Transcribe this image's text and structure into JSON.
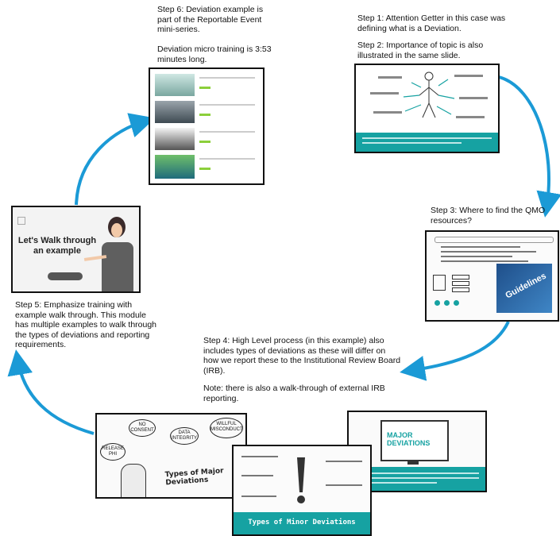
{
  "steps": {
    "step1": "Step 1: Attention Getter in this case was defining what is a Deviation.",
    "step2": "Step 2: Importance of topic is also illustrated in the same slide.",
    "step3": "Step 3: Where to find the QMO resources?",
    "step4a": "Step 4: High Level process (in this example) also includes types of deviations as these will differ on how we report these to the Institutional Review Board (IRB).",
    "step4b": "Note: there is also a walk-through of external IRB reporting.",
    "step5": "Step 5: Emphasize training with example walk through.  This module has multiple examples to walk through the types of deviations and reporting requirements.",
    "step6a": "Step 6: Deviation example is part of the Reportable Event mini-series.",
    "step6b": "Deviation micro training is 3:53 minutes long."
  },
  "slides": {
    "walk_title": "Let's Walk through an example",
    "guidelines": "Guidelines",
    "minor_title": "Types of Minor Deviations",
    "major_title": "Types of Major Deviations",
    "major_dev": "MAJOR DEVIATIONS",
    "bubbles": [
      "RELEASE PHI",
      "NO CONSENT",
      "DATA INTEGRITY",
      "WILLFUL MISCONDUCT"
    ]
  },
  "colors": {
    "arrow": "#1b9ad6",
    "teal": "#16a2a2"
  }
}
